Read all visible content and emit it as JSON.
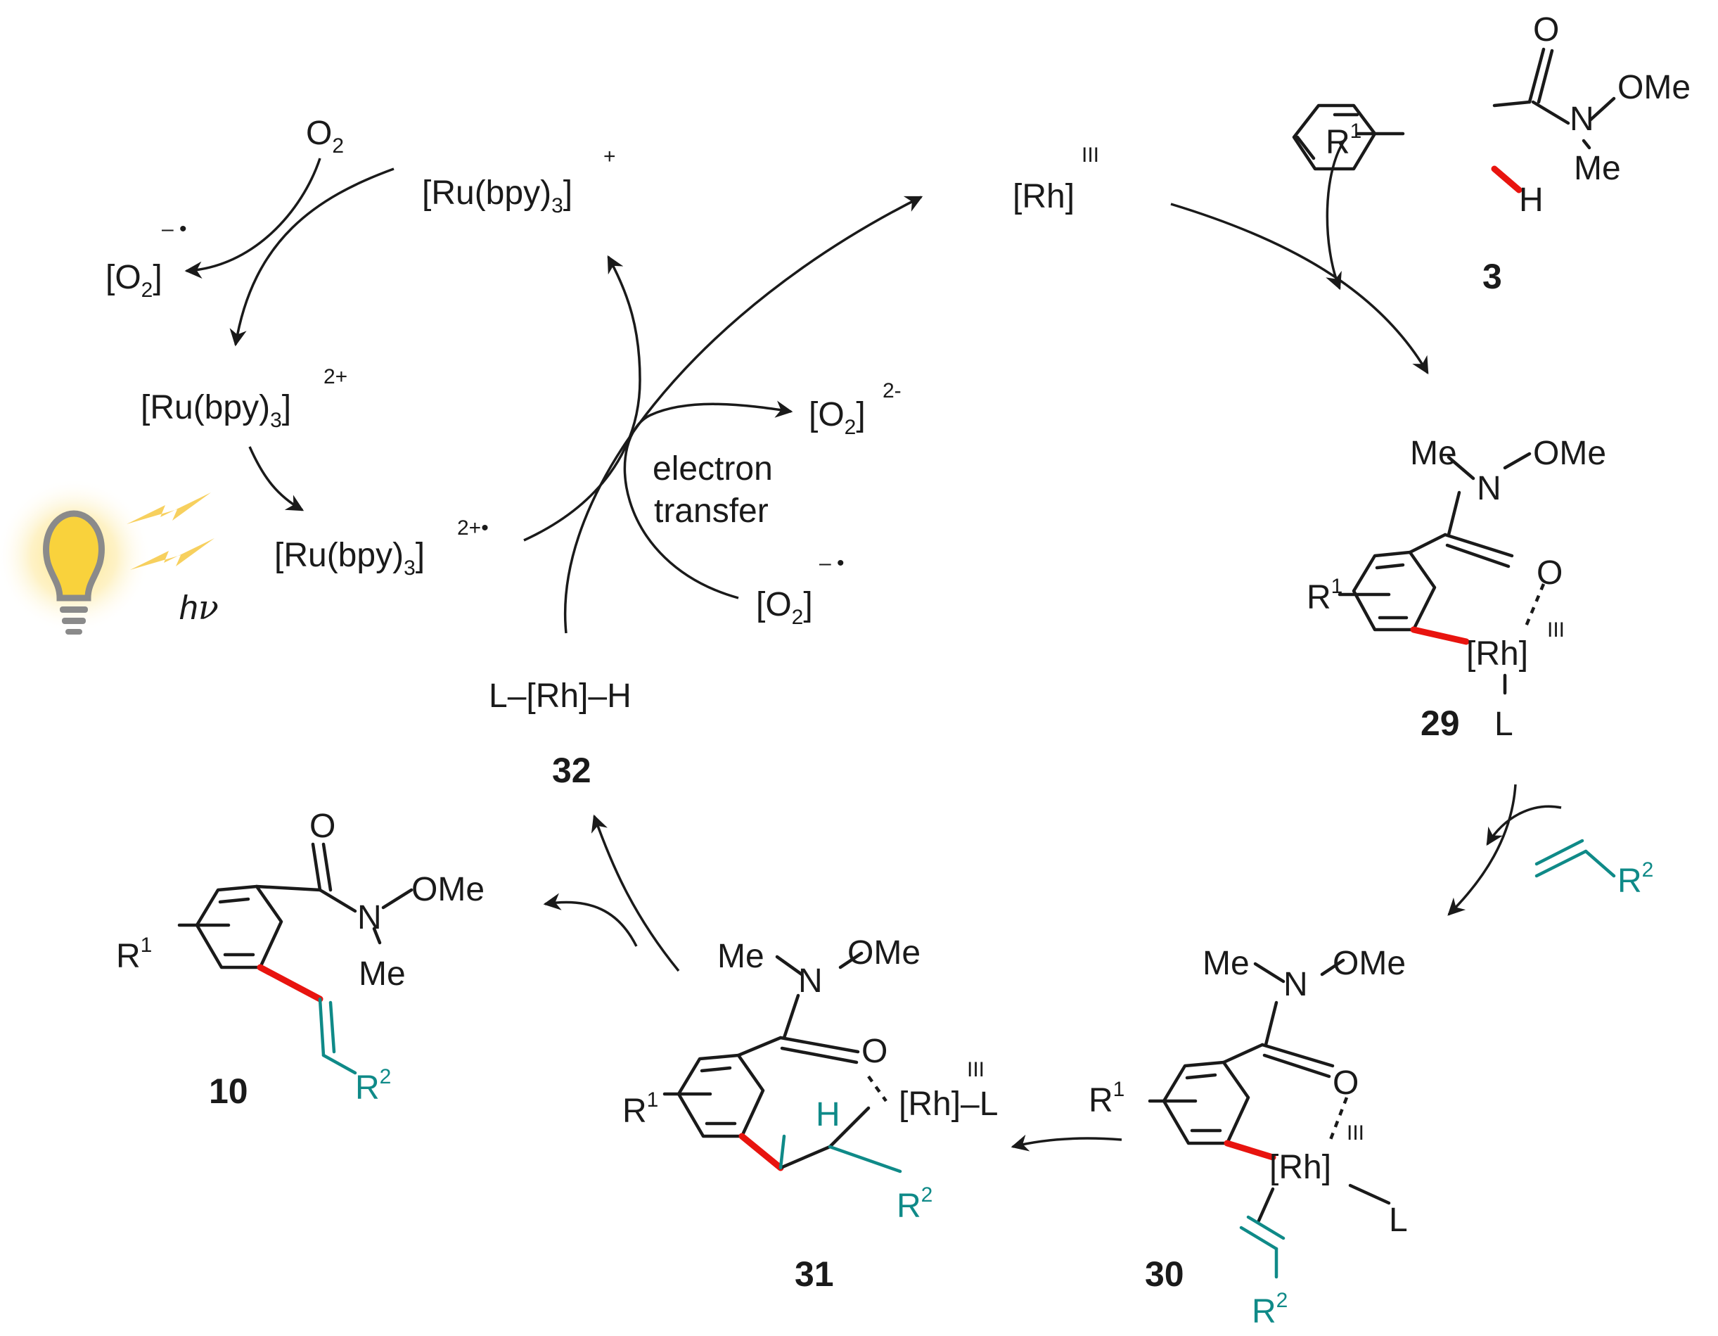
{
  "photocatalyst": {
    "o2": "O",
    "o2_sub": "2",
    "superoxide_top": "[O",
    "superoxide_top_sub": "2",
    "superoxide_top_close": "]",
    "superoxide_top_charge": "– •",
    "ru_plus": "[Ru(bpy)",
    "ru_plus_sub": "3",
    "ru_plus_close": "]",
    "ru_plus_charge": "+",
    "ru_2plus": "[Ru(bpy)",
    "ru_2plus_sub": "3",
    "ru_2plus_close": "]",
    "ru_2plus_charge": "2+",
    "ru_excited": "[Ru(bpy)",
    "ru_excited_sub": "3",
    "ru_excited_close": "]",
    "ru_excited_charge": "2+•",
    "hv_h": "h",
    "hv_nu": "ν"
  },
  "electron_transfer": {
    "line1": "electron",
    "line2": "transfer",
    "peroxide": "[O",
    "peroxide_sub": "2",
    "peroxide_close": "]",
    "peroxide_charge": "2-",
    "superoxide": "[O",
    "superoxide_sub": "2",
    "superoxide_close": "]",
    "superoxide_charge": "– •"
  },
  "rh_center": {
    "label": "[Rh]",
    "charge": "III"
  },
  "hydride": {
    "label": "L–[Rh]–H",
    "number": "32"
  },
  "compound_3": {
    "number": "3",
    "o": "O",
    "n": "N",
    "ome": "OMe",
    "me": "Me",
    "r": "R",
    "r_sup": "1",
    "h": "H"
  },
  "compound_29": {
    "number": "29",
    "me": "Me",
    "n": "N",
    "ome": "OMe",
    "o": "O",
    "r": "R",
    "r_sup": "1",
    "rh": "[Rh]",
    "rh_charge": "III",
    "l": "L"
  },
  "alkene": {
    "r": "R",
    "r_sup": "2"
  },
  "compound_30": {
    "number": "30",
    "me": "Me",
    "n": "N",
    "ome": "OMe",
    "o": "O",
    "r": "R",
    "r_sup": "1",
    "rh": "[Rh]",
    "rh_charge": "III",
    "l": "L",
    "r2": "R",
    "r2_sup": "2"
  },
  "compound_31": {
    "number": "31",
    "me": "Me",
    "n": "N",
    "ome": "OMe",
    "o": "O",
    "r": "R",
    "r_sup": "1",
    "rh": "[Rh]–L",
    "rh_charge": "III",
    "h": "H",
    "r2": "R",
    "r2_sup": "2"
  },
  "compound_10": {
    "number": "10",
    "o": "O",
    "n": "N",
    "ome": "OMe",
    "me": "Me",
    "r": "R",
    "r_sup": "1",
    "r2": "R",
    "r2_sup": "2"
  },
  "colors": {
    "new_bond": "#e8140f",
    "alkene": "#0f8a88",
    "light": "#f9d23c",
    "bulb_base": "#8a8a8a"
  }
}
